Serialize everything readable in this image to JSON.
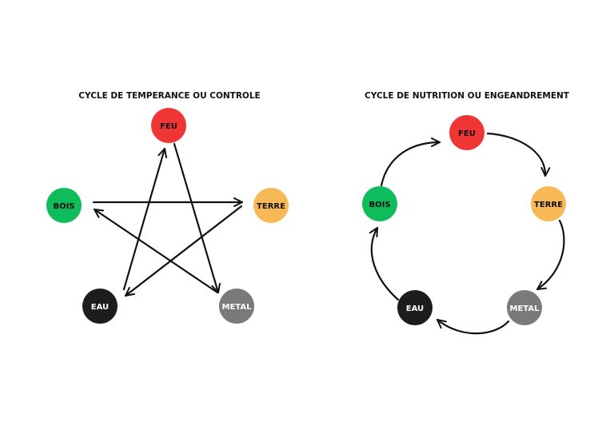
{
  "diagrams": [
    {
      "title": "CYCLE DE TEMPERANCE OU CONTROLE",
      "nodes": [
        {
          "label": "FEU",
          "color": "#f03535",
          "text_color": "#111111"
        },
        {
          "label": "TERRE",
          "color": "#f7b955",
          "text_color": "#111111"
        },
        {
          "label": "METAL",
          "color": "#7a7a7a",
          "text_color": "#ffffff"
        },
        {
          "label": "EAU",
          "color": "#1d1d1d",
          "text_color": "#ffffff"
        },
        {
          "label": "BOIS",
          "color": "#0fbc5b",
          "text_color": "#111111"
        }
      ]
    },
    {
      "title": "CYCLE DE NUTRITION OU ENGEANDREMENT",
      "nodes": [
        {
          "label": "FEU",
          "color": "#f03535",
          "text_color": "#111111"
        },
        {
          "label": "TERRE",
          "color": "#f7b955",
          "text_color": "#111111"
        },
        {
          "label": "METAL",
          "color": "#7a7a7a",
          "text_color": "#ffffff"
        },
        {
          "label": "EAU",
          "color": "#1d1d1d",
          "text_color": "#ffffff"
        },
        {
          "label": "BOIS",
          "color": "#0fbc5b",
          "text_color": "#111111"
        }
      ]
    }
  ]
}
